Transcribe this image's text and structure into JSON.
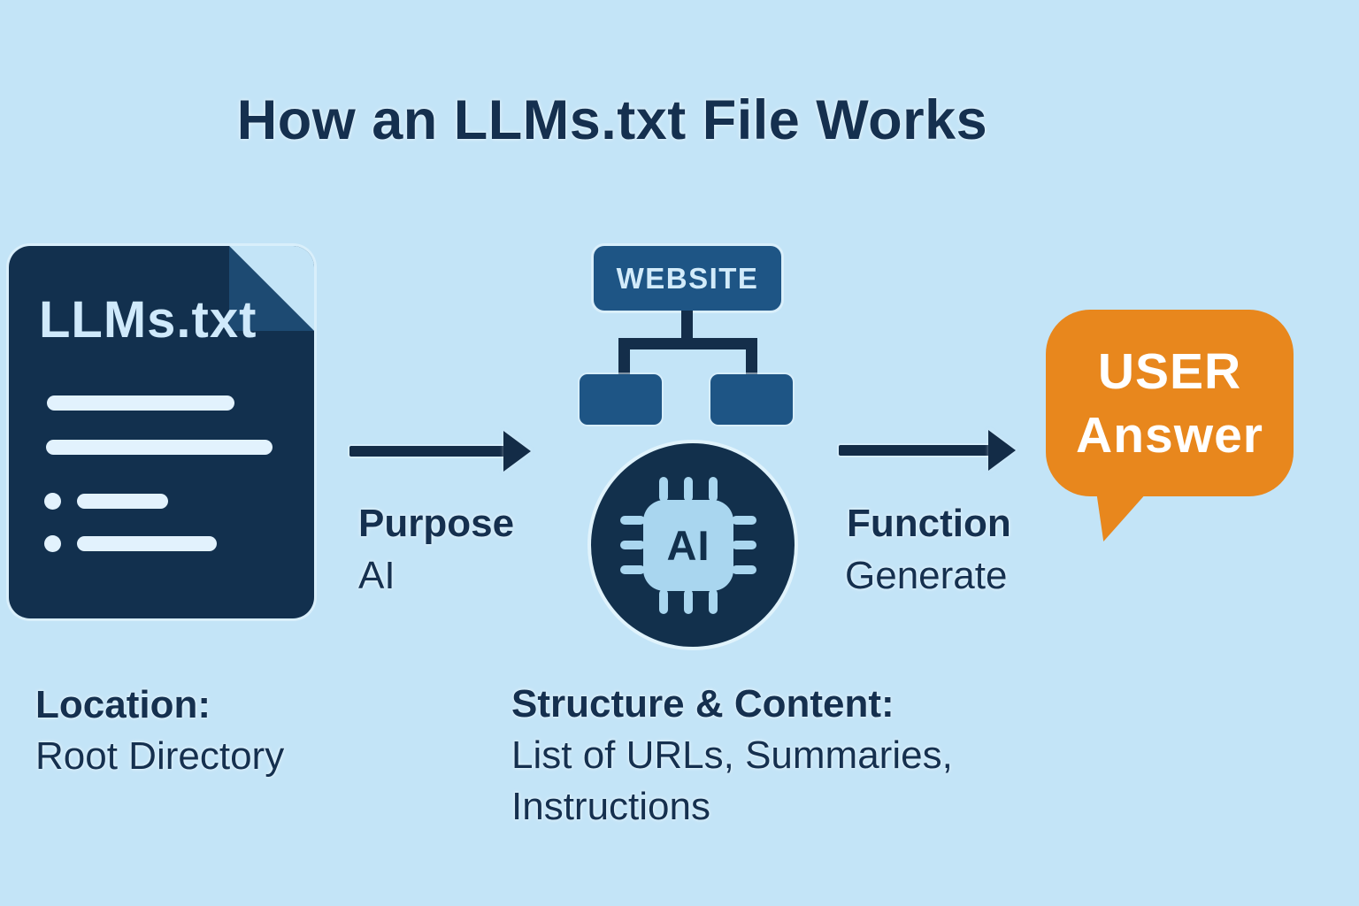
{
  "title": "How an LLMs.txt File Works",
  "colors": {
    "background": "#c3e4f7",
    "navy": "#12304e",
    "medium_blue": "#1e5585",
    "fold_blue": "#1d4a72",
    "light_blue": "#a9d6ef",
    "line_light": "#e2f2fd",
    "orange": "#e8871d",
    "text": "#15304f"
  },
  "file_card": {
    "label": "LLMs.txt"
  },
  "website": {
    "label": "WEBSITE"
  },
  "ai_node": {
    "chip_label": "AI"
  },
  "arrow1": {
    "heading": "Purpose",
    "value": "AI"
  },
  "arrow2": {
    "heading": "Function",
    "value": "Generate"
  },
  "user_bubble": {
    "line1": "USER",
    "line2": "Answer"
  },
  "caption_left": {
    "heading": "Location:",
    "body": "Root Directory"
  },
  "caption_center": {
    "heading": "Structure & Content:",
    "body_line1": "List of URLs, Summaries,",
    "body_line2": "Instructions"
  }
}
